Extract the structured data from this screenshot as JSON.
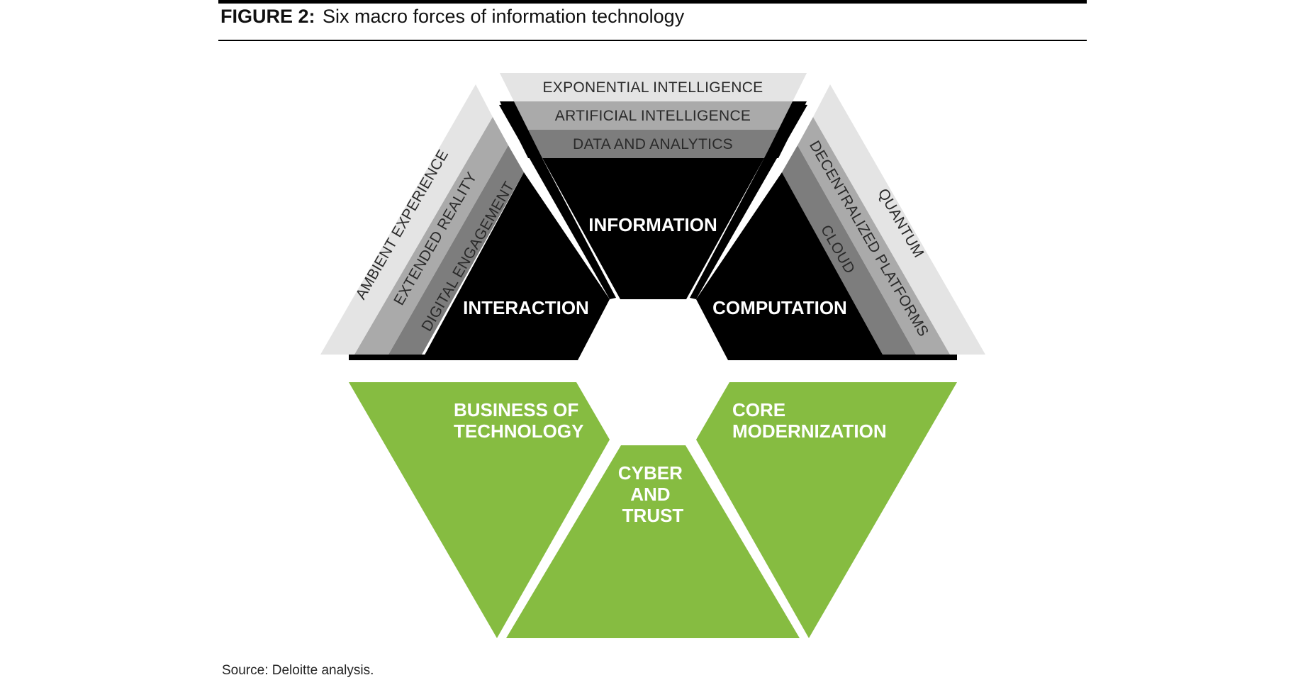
{
  "figure": {
    "label": "FIGURE 2:",
    "title": "Six macro forces of information technology"
  },
  "forces": {
    "information": {
      "label": "INFORMATION",
      "bands": [
        "EXPONENTIAL INTELLIGENCE",
        "ARTIFICIAL INTELLIGENCE",
        "DATA AND ANALYTICS"
      ]
    },
    "interaction": {
      "label": "INTERACTION",
      "bands": [
        "AMBIENT EXPERIENCE",
        "EXTENDED REALITY",
        "DIGITAL ENGAGEMENT"
      ]
    },
    "computation": {
      "label": "COMPUTATION",
      "bands": [
        "QUANTUM",
        "DECENTRALIZED PLATFORMS",
        "CLOUD"
      ]
    },
    "business": {
      "line1": "BUSINESS OF",
      "line2": "TECHNOLOGY"
    },
    "core": {
      "line1": "CORE",
      "line2": "MODERNIZATION"
    },
    "cyber": {
      "line1": "CYBER",
      "line2": "AND",
      "line3": "TRUST"
    }
  },
  "colors": {
    "black": "#000000",
    "green": "#86bc41",
    "band_light": "#e4e4e4",
    "band_mid": "#aaaaaa",
    "band_dark": "#7d7d7d"
  },
  "source": "Source: Deloitte analysis."
}
